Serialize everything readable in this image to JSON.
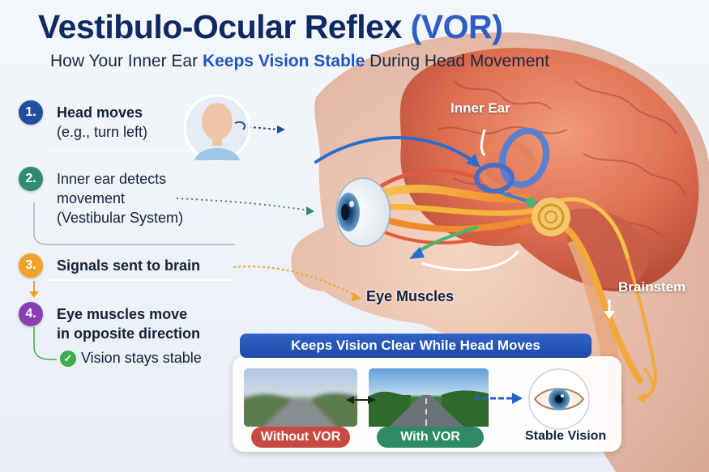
{
  "title": {
    "main": "Vestibulo-Ocular Reflex",
    "accent": "(VOR)"
  },
  "subtitle": {
    "before": "How Your Inner Ear ",
    "accent": "Keeps Vision Stable",
    "after": " During Head Movement"
  },
  "steps": [
    {
      "num": "1.",
      "title": "Head moves",
      "sub": "(e.g., turn left)",
      "color": "#1f4f9e"
    },
    {
      "num": "2.",
      "title": "Inner ear detects",
      "title2": "movement",
      "sub": "(Vestibular System)",
      "color": "#2e8b74"
    },
    {
      "num": "3.",
      "title": "Signals sent to brain",
      "color": "#f0a22b"
    },
    {
      "num": "4.",
      "title": "Eye muscles move",
      "title2": "in opposite direction",
      "color": "#8a3fb0"
    }
  ],
  "stable_note": {
    "icon": "check-icon",
    "text": "Vision stays stable"
  },
  "labels": {
    "inner_ear": "Inner Ear",
    "eye_muscles": "Eye Muscles",
    "brainstem": "Brainstem"
  },
  "panel": {
    "title": "Keeps Vision Clear While Head Moves",
    "without": "Without VOR",
    "with": "With VOR",
    "stable": "Stable Vision"
  },
  "colors": {
    "title": "#0f2a62",
    "accent": "#2d5fc4",
    "without_pill": "#c94a43",
    "with_pill": "#2e8b66",
    "panel_title": "#2354b5"
  }
}
